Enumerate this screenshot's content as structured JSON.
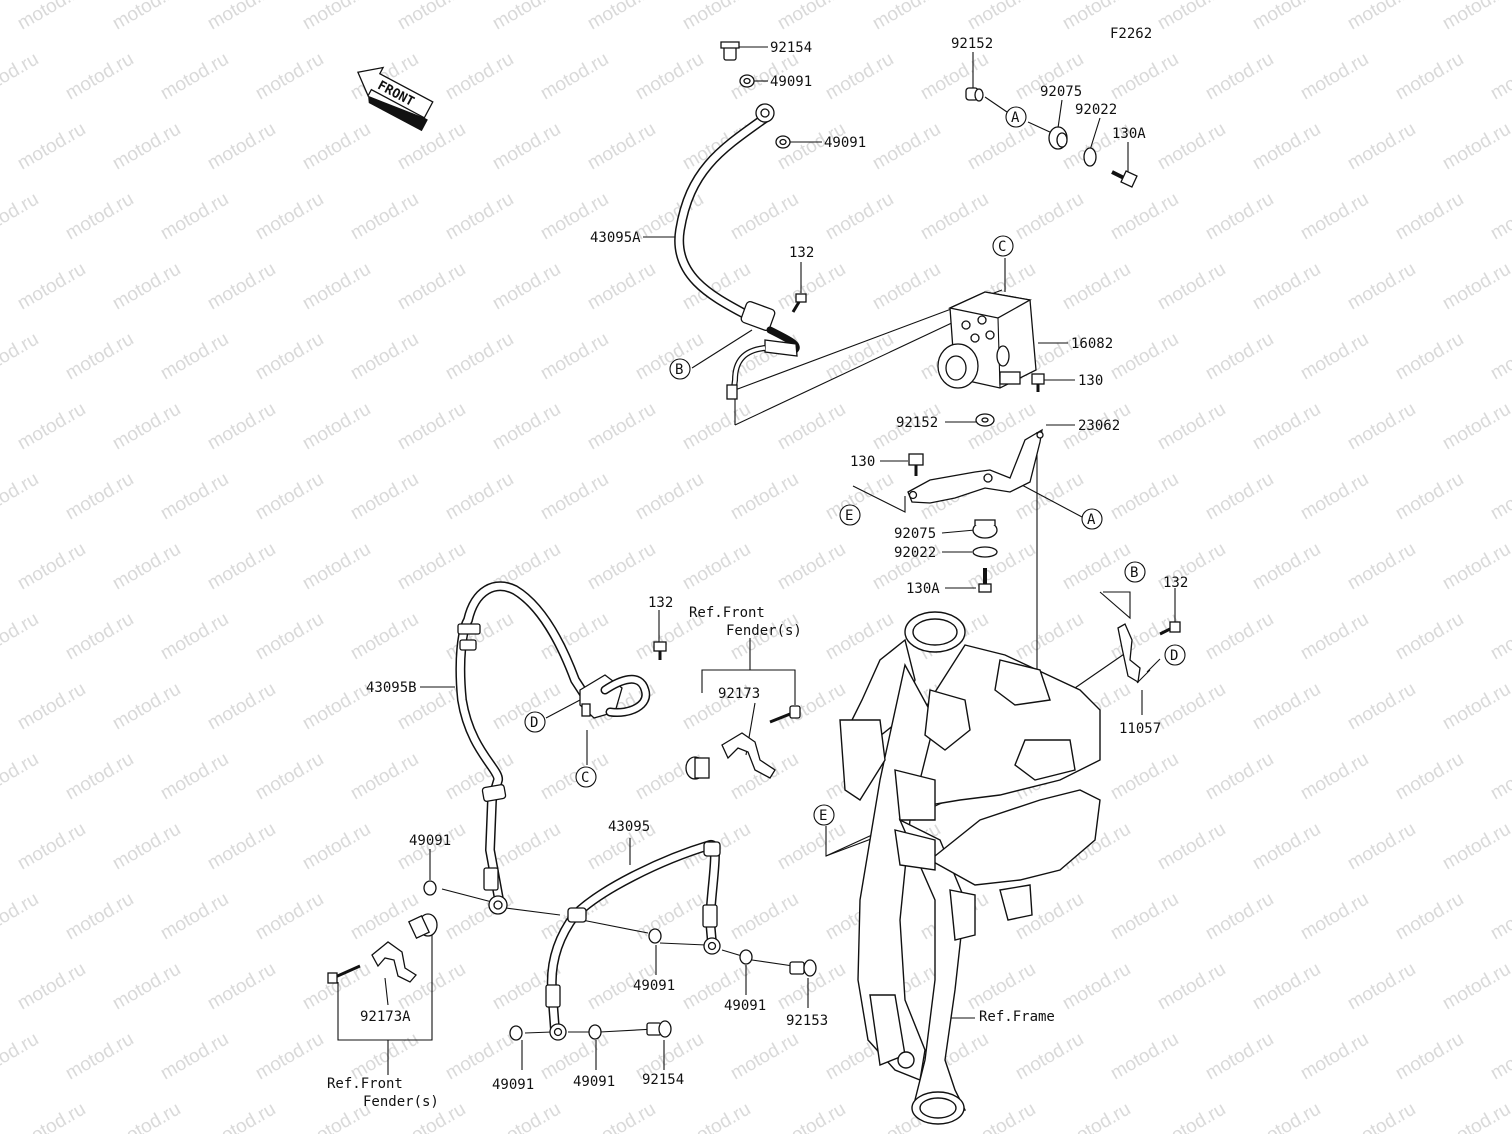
{
  "diagram": {
    "code": "F2262",
    "watermark": "motod.ru",
    "front_arrow_label": "FRONT",
    "labels": [
      {
        "id": "l1",
        "text": "92154"
      },
      {
        "id": "l2",
        "text": "49091"
      },
      {
        "id": "l3",
        "text": "49091"
      },
      {
        "id": "l4",
        "text": "43095A"
      },
      {
        "id": "l5",
        "text": "132"
      },
      {
        "id": "l6",
        "text": "92152"
      },
      {
        "id": "l7",
        "text": "92075"
      },
      {
        "id": "l8",
        "text": "92022"
      },
      {
        "id": "l9",
        "text": "130A"
      },
      {
        "id": "l10",
        "text": "16082"
      },
      {
        "id": "l11",
        "text": "130"
      },
      {
        "id": "l12",
        "text": "92152"
      },
      {
        "id": "l13",
        "text": "23062"
      },
      {
        "id": "l14",
        "text": "130"
      },
      {
        "id": "l15",
        "text": "92075"
      },
      {
        "id": "l16",
        "text": "92022"
      },
      {
        "id": "l17",
        "text": "130A"
      },
      {
        "id": "l18",
        "text": "132"
      },
      {
        "id": "l19",
        "text": "11057"
      },
      {
        "id": "l20",
        "text": "132"
      },
      {
        "id": "l21",
        "text": "43095B"
      },
      {
        "id": "l22",
        "text": "Ref.Front"
      },
      {
        "id": "l23",
        "text": "Fender(s)"
      },
      {
        "id": "l24",
        "text": "92173"
      },
      {
        "id": "l25",
        "text": "49091"
      },
      {
        "id": "l26",
        "text": "43095"
      },
      {
        "id": "l27",
        "text": "49091"
      },
      {
        "id": "l28",
        "text": "49091"
      },
      {
        "id": "l29",
        "text": "92153"
      },
      {
        "id": "l30",
        "text": "92173A"
      },
      {
        "id": "l31",
        "text": "Ref.Front"
      },
      {
        "id": "l32",
        "text": "Fender(s)"
      },
      {
        "id": "l33",
        "text": "49091"
      },
      {
        "id": "l34",
        "text": "49091"
      },
      {
        "id": "l35",
        "text": "92154"
      },
      {
        "id": "l36",
        "text": "Ref.Frame"
      }
    ],
    "callouts": [
      {
        "id": "c1",
        "letter": "A"
      },
      {
        "id": "c2",
        "letter": "C"
      },
      {
        "id": "c3",
        "letter": "B"
      },
      {
        "id": "c4",
        "letter": "E"
      },
      {
        "id": "c5",
        "letter": "A"
      },
      {
        "id": "c6",
        "letter": "B"
      },
      {
        "id": "c7",
        "letter": "D"
      },
      {
        "id": "c8",
        "letter": "D"
      },
      {
        "id": "c9",
        "letter": "C"
      },
      {
        "id": "c10",
        "letter": "E"
      }
    ]
  }
}
